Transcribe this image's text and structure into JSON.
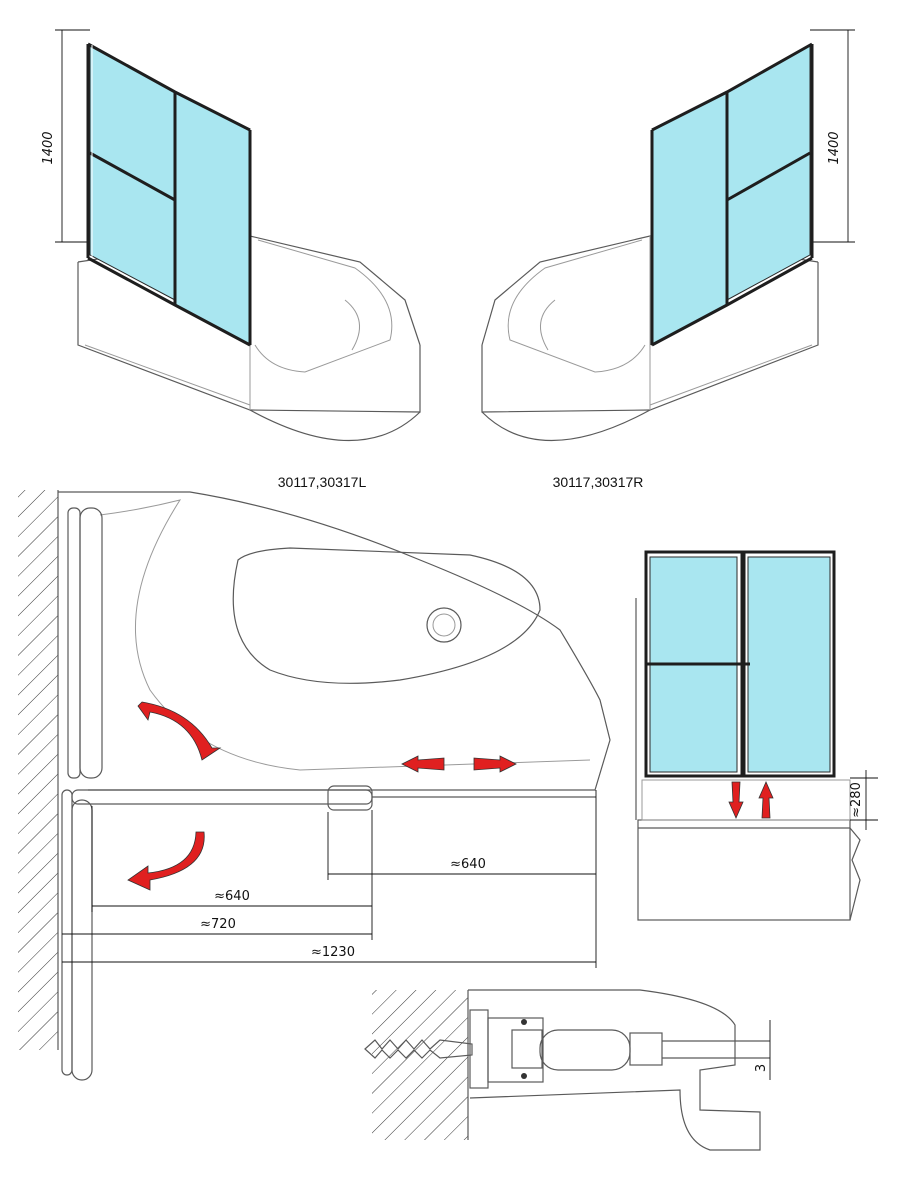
{
  "colors": {
    "glass": "#a9e6f0",
    "arrow": "#e02020",
    "frame": "#1e1e1e"
  },
  "views": {
    "left_caption": "30117,30317L",
    "right_caption": "30117,30317R"
  },
  "dimensions": {
    "height_left": "1400",
    "height_right": "1400",
    "d640_upper": "≈640",
    "d640_lower": "≈640",
    "d720": "≈720",
    "d1230": "≈1230",
    "d280": "≈280",
    "d3": "3"
  },
  "icons": {
    "swing_arrow": "curved-arrow-icon",
    "slide_arrow": "double-arrow-icon",
    "lift_arrow": "vertical-arrow-icon"
  }
}
